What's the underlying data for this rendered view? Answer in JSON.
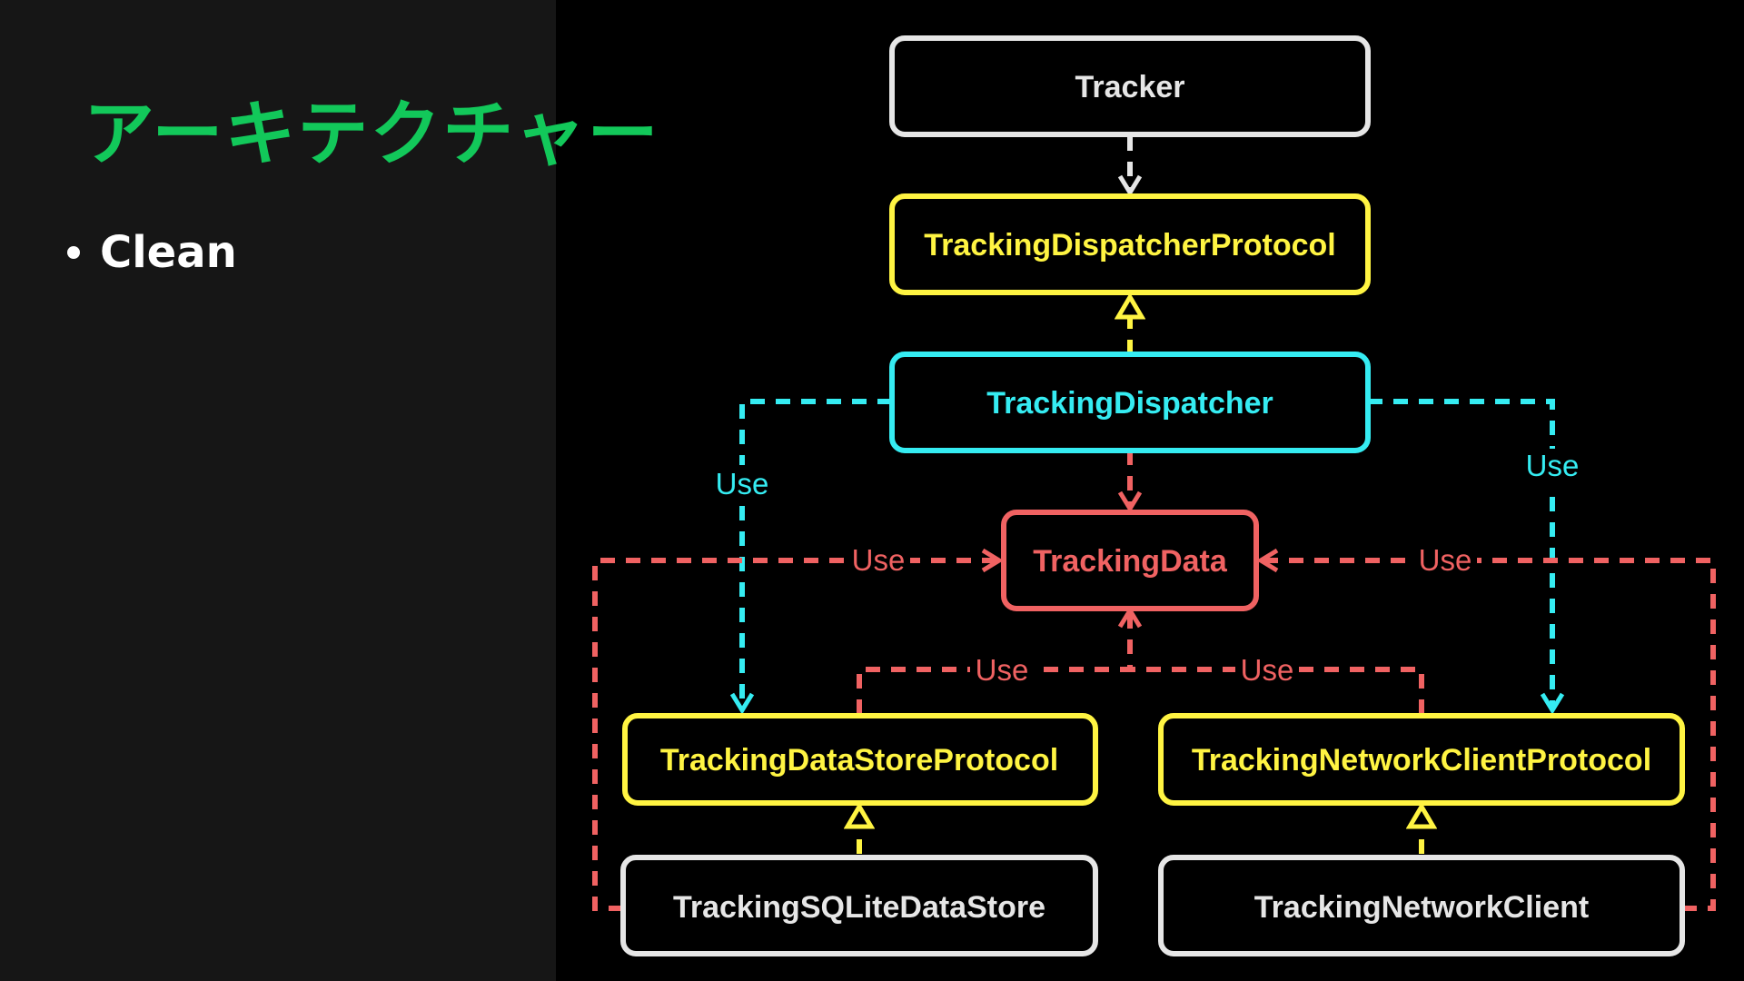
{
  "slide": {
    "title": "アーキテクチャー",
    "bullets": [
      "Clean"
    ]
  },
  "colors": {
    "title": "#12c85a",
    "white": "#e6e6e6",
    "yellow": "#fff442",
    "cyan": "#35ecf2",
    "red": "#f06262",
    "diagram_bg": "#000000",
    "panel_bg": "#161616"
  },
  "diagram": {
    "nodes": {
      "tracker": "Tracker",
      "dispatcher_protocol": "TrackingDispatcherProtocol",
      "dispatcher": "TrackingDispatcher",
      "data": "TrackingData",
      "datastore_protocol": "TrackingDataStoreProtocol",
      "networkclient_protocol": "TrackingNetworkClientProtocol",
      "sqlite_datastore": "TrackingSQLiteDataStore",
      "network_client": "TrackingNetworkClient"
    },
    "labels": {
      "use_left_cyan": "Use",
      "use_right_cyan": "Use",
      "use_left_red": "Use",
      "use_right_red": "Use",
      "use_center_left": "Use",
      "use_center_right": "Use"
    }
  }
}
